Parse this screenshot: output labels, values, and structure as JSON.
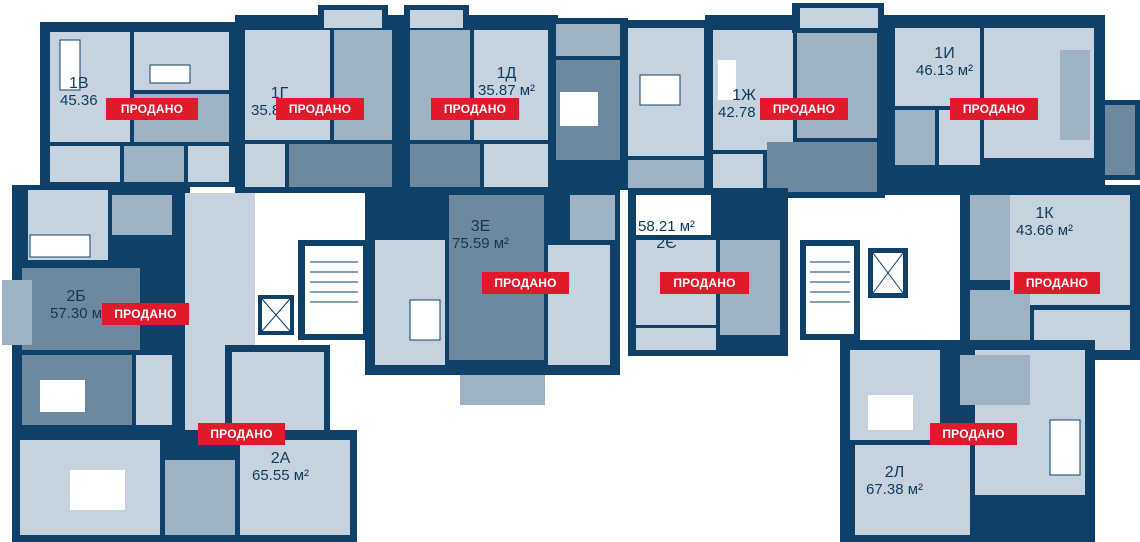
{
  "colors": {
    "wall": "#0e4068",
    "room": "#c6d3de",
    "room_dark": "#6e889f",
    "room_mid": "#9fb2c3",
    "sold_badge": "#e01a2b",
    "sold_text": "#ffffff",
    "label_text": "#0f3a5c"
  },
  "sold_label": "ПРОДАНО",
  "apartments": [
    {
      "id": "1В",
      "area": "45.36"
    },
    {
      "id": "1Г",
      "area": "35.87 м²"
    },
    {
      "id": "1Д",
      "area": "35.87 м²"
    },
    {
      "id": "1Ж",
      "area": "42.78 м"
    },
    {
      "id": "1И",
      "area": "46.13 м²"
    },
    {
      "id": "1К",
      "area": "43.66 м²"
    },
    {
      "id": "2Б",
      "area": "57.30 м"
    },
    {
      "id": "3Е",
      "area": "75.59 м²"
    },
    {
      "id": "2Є",
      "area": "58.21 м²"
    },
    {
      "id": "2А",
      "area": "65.55 м²"
    },
    {
      "id": "2Л",
      "area": "67.38 м²"
    }
  ]
}
